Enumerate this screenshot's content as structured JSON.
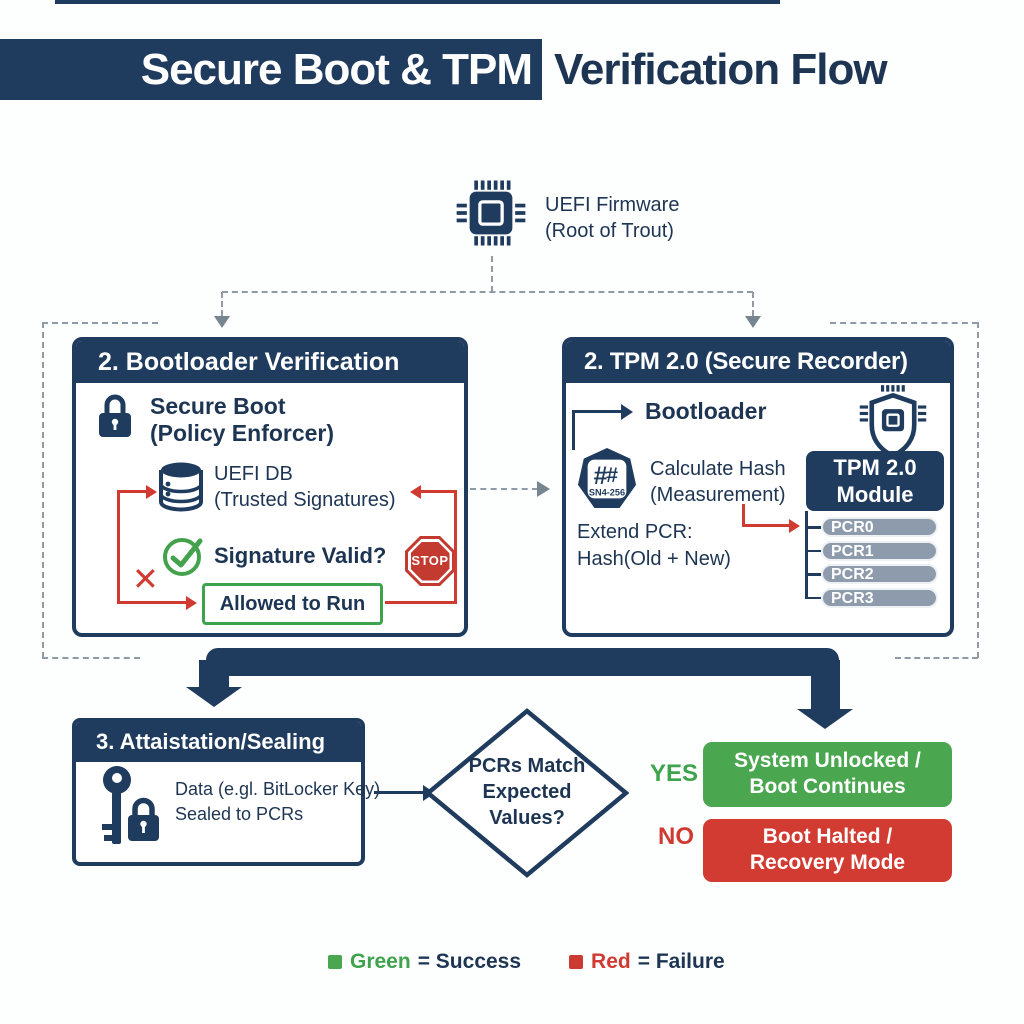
{
  "title": {
    "highlight": "Secure Boot & TPM",
    "rest": "Verification Flow"
  },
  "root": {
    "line1": "UEFI Firmware",
    "line2": "(Root of Trout)"
  },
  "box_bootloader": {
    "header": "2. Bootloader Verification",
    "secure_boot_line1": "Secure Boot",
    "secure_boot_line2": "(Policy Enforcer)",
    "uefi_db_line1": "UEFI DB",
    "uefi_db_line2": "(Trusted Signatures)",
    "signature_question": "Signature Valid?",
    "allowed_label": "Allowed to Run",
    "stop_label": "STOP",
    "invalid_mark": "✕"
  },
  "box_tpm": {
    "header": "2. TPM 2.0 (Secure Recorder)",
    "bootloader_label": "Bootloader",
    "hash_icon_text": "SN4-256",
    "hash_icon_glyph": "#",
    "calc_line1": "Calculate Hash",
    "calc_line2": "(Measurement)",
    "extend_line1": "Extend PCR:",
    "extend_line2": "Hash(Old + New)",
    "module_line1": "TPM 2.0",
    "module_line2": "Module",
    "pcrs": [
      "PCR0",
      "PCR1",
      "PCR2",
      "PCR3"
    ]
  },
  "box_attestation": {
    "header": "3. Attaistation/Sealing",
    "line1": "Data (e.gl. BitLocker Key)",
    "line2": "Sealed to PCRs"
  },
  "decision": {
    "line1": "PCRs Match",
    "line2": "Expected",
    "line3": "Values?"
  },
  "outcomes": {
    "yes_label": "YES",
    "no_label": "NO",
    "success_line1": "System Unlocked /",
    "success_line2": "Boot Continues",
    "failure_line1": "Boot Halted /",
    "failure_line2": "Recovery Mode"
  },
  "legend": {
    "green_term": "Green",
    "green_rest": "= Success",
    "red_term": "Red",
    "red_rest": "= Failure"
  },
  "colors": {
    "navy": "#1f3b5d",
    "text_navy": "#1d3553",
    "red": "#d03a30",
    "green": "#44a24c",
    "pill_gray": "#8e9bac",
    "dashed_gray": "#8f9aa6"
  }
}
